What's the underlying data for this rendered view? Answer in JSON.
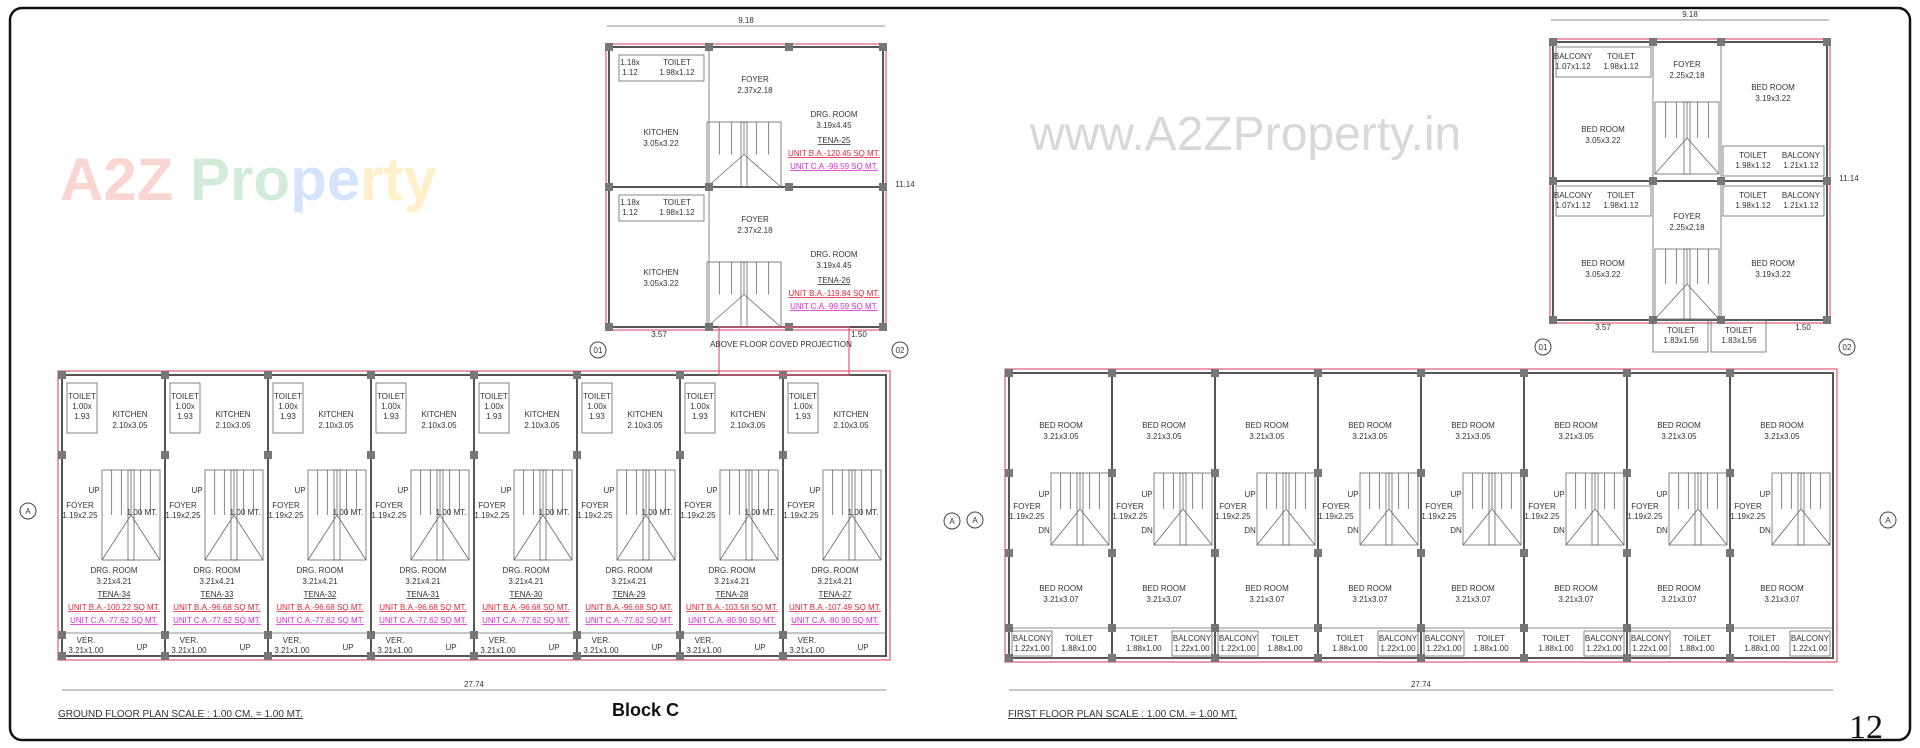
{
  "title": "Block C",
  "page_number": "12",
  "watermark": "www.A2ZProperty.in",
  "watermark_center": {
    "text": "A2Z Property",
    "colors": [
      "#f28b82",
      "#81c995",
      "#8ab4f8",
      "#fdd663"
    ]
  },
  "colors": {
    "wall": "#555555",
    "boundary": "#e05a72",
    "ba_text": "#e0243c",
    "ca_text": "#d62bd0"
  },
  "ground_floor": {
    "caption": "GROUND FLOOR PLAN  SCALE : 1.00 CM. = 1.00 MT.",
    "overall_width": "27.74",
    "grid_marks": [
      "A",
      "A",
      "01",
      "02"
    ],
    "units": [
      {
        "tena": "TENA-34",
        "ba": "UNIT B.A.-100.22 SQ MT.",
        "ca": "UNIT C.A.-77.62 SQ MT."
      },
      {
        "tena": "TENA-33",
        "ba": "UNIT B.A.-96.68 SQ MT.",
        "ca": "UNIT C.A.-77.62 SQ MT."
      },
      {
        "tena": "TENA-32",
        "ba": "UNIT B.A.-96.68 SQ MT.",
        "ca": "UNIT C.A.-77.62 SQ MT."
      },
      {
        "tena": "TENA-31",
        "ba": "UNIT B.A.-96.68 SQ MT.",
        "ca": "UNIT C.A.-77.62 SQ MT."
      },
      {
        "tena": "TENA-30",
        "ba": "UNIT B.A.-96.68 SQ MT.",
        "ca": "UNIT C.A.-77.62 SQ MT."
      },
      {
        "tena": "TENA-29",
        "ba": "UNIT B.A.-96.68 SQ MT.",
        "ca": "UNIT C.A.-77.62 SQ MT."
      },
      {
        "tena": "TENA-28",
        "ba": "UNIT B.A.-103.58 SQ MT.",
        "ca": "UNIT C.A.-80.90 SQ MT."
      },
      {
        "tena": "TENA-27",
        "ba": "UNIT B.A.-107.49 SQ MT.",
        "ca": "UNIT C.A.-80.90 SQ MT."
      }
    ],
    "unit_rooms": {
      "toilet": [
        "TOILET",
        "1.00x",
        "1.93"
      ],
      "kitchen": [
        "KITCHEN",
        "2.10x3.05"
      ],
      "foyer": [
        "FOYER",
        "1.19x2.25"
      ],
      "drawing": [
        "DRG. ROOM",
        "3.21x4.21"
      ],
      "verandah": [
        "VER.",
        "3.21x1.00"
      ],
      "stair": "1.00 MT.",
      "up": "UP"
    },
    "upper_block": {
      "width": "9.18",
      "depth": "11.14",
      "left_dim": "3.57",
      "right_dim": "1.50",
      "projection": "ABOVE FLOOR COVED PROJECTION",
      "units": [
        {
          "tena": "TENA-25",
          "ba": "UNIT B.A.-120.45 SQ MT.",
          "ca": "UNIT C.A.-99.59 SQ MT."
        },
        {
          "tena": "TENA-26",
          "ba": "UNIT B.A.-119.84 SQ MT.",
          "ca": "UNIT C.A.-99.59 SQ MT."
        }
      ],
      "rooms": {
        "toilet": [
          "TOILET",
          "1.98x1.12"
        ],
        "wc": [
          "1.18x",
          "1.12"
        ],
        "foyer": [
          "FOYER",
          "2.37x2.18"
        ],
        "kitchen": [
          "KITCHEN",
          "3.05x3.22"
        ],
        "drawing": [
          "DRG. ROOM",
          "3.19x4.45"
        ]
      }
    }
  },
  "first_floor": {
    "caption": "FIRST FLOOR PLAN  SCALE : 1.00 CM. = 1.00 MT.",
    "overall_width": "27.74",
    "unit_count": 8,
    "unit_rooms": {
      "bed1": [
        "BED ROOM",
        "3.21x3.05"
      ],
      "foyer": [
        "FOYER",
        "1.19x2.25"
      ],
      "bed2": [
        "BED ROOM",
        "3.21x3.07"
      ],
      "balcony": [
        "BALCONY",
        "1.22x1.00"
      ],
      "toilet": [
        "TOILET",
        "1.88x1.00"
      ],
      "up": "UP",
      "dn": "DN"
    },
    "upper_block": {
      "width": "9.18",
      "depth": "11.14",
      "left_dim": "3.57",
      "right_dim": "1.50",
      "rooms": {
        "balcony_l": [
          "BALCONY",
          "1.07x1.12"
        ],
        "toilet": [
          "TOILET",
          "1.98x1.12"
        ],
        "foyer": [
          "FOYER",
          "2.25x2.18"
        ],
        "bed_r": [
          "BED ROOM",
          "3.19x3.22"
        ],
        "bed_l": [
          "BED ROOM",
          "3.05x3.22"
        ],
        "balcony_r": [
          "BALCONY",
          "1.21x1.12"
        ],
        "toilet_bottom": [
          "TOILET",
          "1.83x1.56"
        ]
      }
    }
  }
}
